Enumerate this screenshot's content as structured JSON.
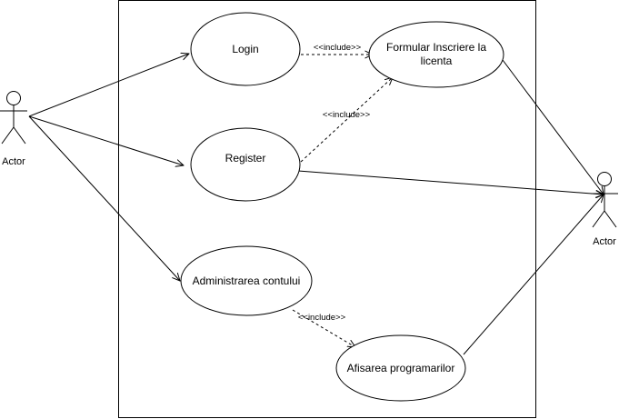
{
  "diagram": {
    "actors": [
      {
        "id": "actor_left",
        "label": "Actor"
      },
      {
        "id": "actor_right",
        "label": "Actor"
      }
    ],
    "use_cases": [
      {
        "id": "login",
        "lines": [
          "Login"
        ]
      },
      {
        "id": "formular",
        "lines": [
          "Formular Inscriere la",
          "licenta"
        ]
      },
      {
        "id": "register",
        "lines": [
          "Register"
        ]
      },
      {
        "id": "administrare",
        "lines": [
          "Administrarea contului"
        ]
      },
      {
        "id": "afisare",
        "lines": [
          "Afisarea programarilor"
        ]
      }
    ],
    "associations": [
      {
        "from": "actor_left",
        "to": "login",
        "arrow": true
      },
      {
        "from": "actor_left",
        "to": "register",
        "arrow": true
      },
      {
        "from": "actor_left",
        "to": "administrare",
        "arrow": true
      },
      {
        "from": "formular",
        "to": "actor_right",
        "arrow": true
      },
      {
        "from": "register",
        "to": "actor_right",
        "arrow": true
      },
      {
        "from": "afisare",
        "to": "actor_right",
        "arrow": true
      }
    ],
    "includes": [
      {
        "from": "login",
        "to": "formular",
        "label": "<<include>>"
      },
      {
        "from": "register",
        "to": "formular",
        "label": "<<include>>"
      },
      {
        "from": "administrare",
        "to": "afisare",
        "label": "<<include>>"
      }
    ]
  }
}
